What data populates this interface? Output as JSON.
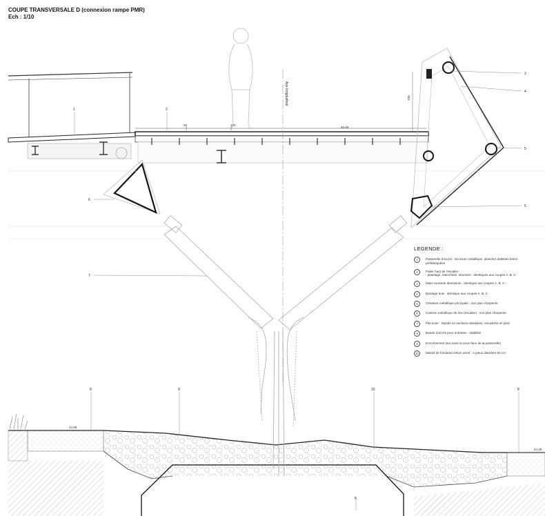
{
  "title": {
    "line1": "COUPE TRANSVERSALE D (connexion rampe PMR)",
    "line2": "Ech : 1/10"
  },
  "axis_label": "Axe longitudinal",
  "dimensions": {
    "main_width": "49.49",
    "small_a": "30",
    "small_b": "120",
    "vertical": "100"
  },
  "levels": {
    "left": "44.88",
    "right": "44.28"
  },
  "callouts": [
    "1",
    "2",
    "3",
    "4",
    "5",
    "5",
    "6",
    "7",
    "8",
    "9",
    "10",
    "8",
    "5"
  ],
  "legend": {
    "heading": "LEGENDE :",
    "items": [
      {
        "num": "1",
        "text": "Passerelle d'accès : structure métallique, plancher dallettes béton\npréfabriquées"
      },
      {
        "num": "2",
        "text": "Palier haut de l'escalier :\n- platelage, étanchéité, structure : identiques aux coupes A, B, C"
      },
      {
        "num": "3",
        "text": "Main-courante aluminium : identique aux coupes A, B, C"
      },
      {
        "num": "4",
        "text": "Bardage bois : identique aux coupes A, B, C"
      },
      {
        "num": "5",
        "text": "Ossature métallique principale : voir plan charpente"
      },
      {
        "num": "6",
        "text": "Caisson métallique de rive (escalier) : voir plan charpente"
      },
      {
        "num": "7",
        "text": "Pile acier : tripode en sections tubulaires, encastrée en pied"
      },
      {
        "num": "8",
        "text": "Bande d'accès pour entretien : stabilisé"
      },
      {
        "num": "9",
        "text": "Enrochement (sur toute la sous-face de la passerelle)"
      },
      {
        "num": "10",
        "text": "Massif de fondation béton armé : 4 pieux diamètre 80 cm"
      }
    ]
  }
}
